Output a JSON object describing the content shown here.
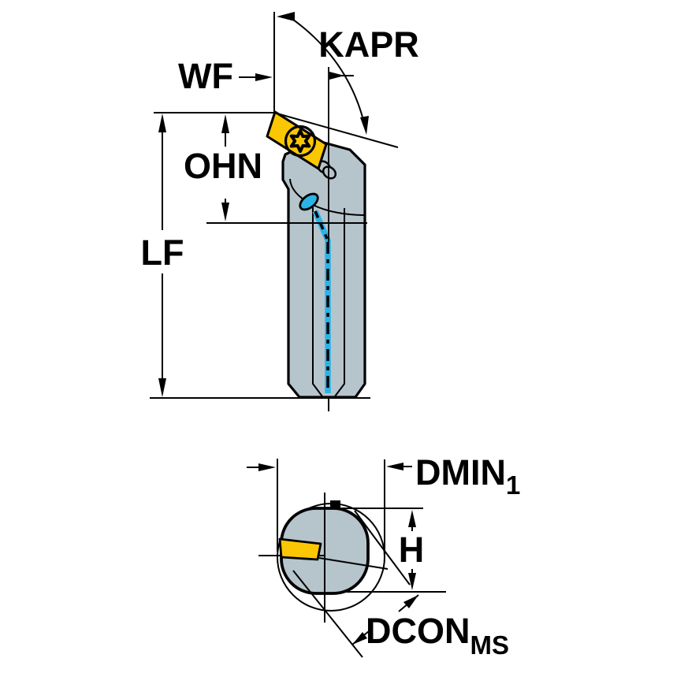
{
  "drawing": {
    "kind": "tool-holder dimensional drawing",
    "views": [
      {
        "id": "side-view",
        "description": "boring bar with rhombic insert, torx screw and coolant channel"
      },
      {
        "id": "end-view",
        "description": "shank cross-section with minimum bore circle"
      }
    ]
  },
  "labels": {
    "kapr": "KAPR",
    "wf": "WF",
    "ohn": "OHN",
    "lf": "LF",
    "dmin": "DMIN",
    "dmin_sub": "1",
    "h": "H",
    "dcon": "DCON",
    "dcon_sub": "MS"
  },
  "colors": {
    "body": "#b6c4cc",
    "insert": "#fbc702",
    "coolant": "#2bb3e8",
    "line": "#000000",
    "background": "#ffffff"
  }
}
